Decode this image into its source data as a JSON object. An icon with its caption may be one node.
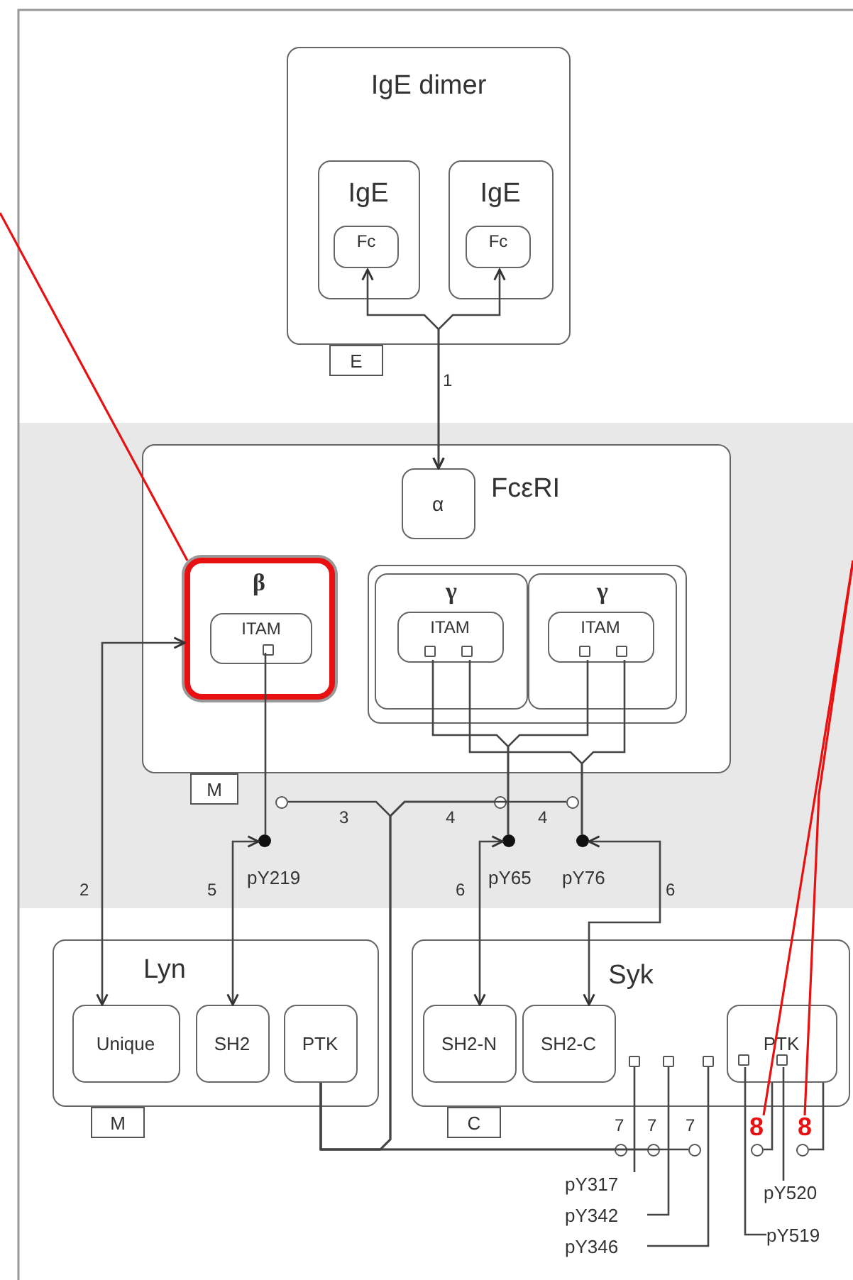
{
  "diagram": {
    "nodes": [
      {
        "text": [
          "IgE dimer"
        ]
      },
      {
        "text": [
          "IgE"
        ],
        "in": 0
      },
      {
        "text": [
          "Fc"
        ],
        "in": 1
      },
      {
        "text": [
          "IgE"
        ],
        "in": 0
      },
      {
        "text": [
          "Fc"
        ],
        "in": 3
      },
      {
        "text": [
          "E"
        ]
      },
      {
        "text": [
          "FcεRI"
        ]
      },
      {
        "text": [
          "α"
        ],
        "in": 6
      },
      {
        "text": [
          "β"
        ],
        "in": 6
      },
      {
        "text": [
          "ITAM"
        ],
        "in": 8
      },
      {
        "text": [],
        "shape": "box",
        "in": 6
      },
      {
        "text": [
          "γ"
        ],
        "in": 10
      },
      {
        "text": [
          "ITAM"
        ],
        "in": 11
      },
      {
        "text": [
          "γ"
        ],
        "in": 10
      },
      {
        "text": [
          "ITAM"
        ],
        "in": 13
      },
      {
        "text": [
          "M"
        ]
      },
      {
        "text": [
          "Lyn"
        ]
      },
      {
        "text": [
          "Unique"
        ],
        "in": 16
      },
      {
        "text": [
          "SH2"
        ],
        "in": 16
      },
      {
        "text": [
          "PTK"
        ],
        "in": 16
      },
      {
        "text": [
          "M"
        ]
      },
      {
        "text": [
          "Syk"
        ]
      },
      {
        "text": [
          "SH2-N"
        ],
        "in": 21
      },
      {
        "text": [
          "SH2-C"
        ],
        "in": 21
      },
      {
        "text": [
          "PTK"
        ],
        "in": 21
      },
      {
        "text": [
          "C"
        ]
      },
      {
        "text": [],
        "shape": "box",
        "in": 9
      },
      {
        "text": [],
        "shape": "box",
        "in": 12
      },
      {
        "text": [],
        "shape": "box",
        "in": 12
      },
      {
        "text": [],
        "shape": "box",
        "in": 14
      },
      {
        "text": [],
        "shape": "box",
        "in": 14
      },
      {
        "text": [],
        "shape": "box",
        "in": 21
      },
      {
        "text": [],
        "shape": "box",
        "in": 21
      },
      {
        "text": [],
        "shape": "box",
        "in": 21
      },
      {
        "text": [],
        "shape": "box",
        "in": 24
      },
      {
        "text": [],
        "shape": "box",
        "in": 24
      },
      {
        "text": [],
        "shape": "dot",
        "beside": [
          "pY219"
        ]
      },
      {
        "text": [],
        "shape": "dot",
        "beside": [
          "pY65"
        ]
      },
      {
        "text": [],
        "shape": "dot",
        "beside": [
          "pY76"
        ]
      },
      {
        "text": [],
        "shape": "circle"
      },
      {
        "text": [],
        "shape": "circle"
      },
      {
        "text": [],
        "shape": "circle"
      },
      {
        "text": [],
        "shape": "circle"
      },
      {
        "text": [],
        "shape": "circle"
      },
      {
        "text": [],
        "shape": "circle"
      },
      {
        "text": [],
        "shape": "circle"
      },
      {
        "text": [],
        "shape": "circle"
      },
      {
        "text": [
          "pY317"
        ]
      },
      {
        "text": [
          "pY342"
        ]
      },
      {
        "text": [
          "pY346"
        ]
      },
      {
        "text": [
          "pY520"
        ]
      },
      {
        "text": [
          "pY519"
        ]
      },
      {
        "text": [
          "8"
        ]
      },
      {
        "text": [
          "8"
        ]
      }
    ],
    "edges": [
      {
        "from": 7,
        "to": 2,
        "arrow": "both",
        "label": "1"
      },
      {
        "from": 7,
        "to": 4,
        "arrow": "both"
      },
      {
        "from": 17,
        "to": 8,
        "arrow": "both",
        "label": "2"
      },
      {
        "from": 26,
        "to": 36,
        "arrow": "none"
      },
      {
        "from": 36,
        "to": 18,
        "arrow": "both",
        "label": "5"
      },
      {
        "from": 27,
        "to": 37,
        "arrow": "none"
      },
      {
        "from": 29,
        "to": 37,
        "arrow": "none"
      },
      {
        "from": 28,
        "to": 38,
        "arrow": "none"
      },
      {
        "from": 30,
        "to": 38,
        "arrow": "none"
      },
      {
        "from": 37,
        "to": 22,
        "arrow": "both",
        "label": "6"
      },
      {
        "from": 38,
        "to": 23,
        "arrow": "both",
        "label": "6"
      },
      {
        "from": 19,
        "to": 39,
        "arrow": "none",
        "label": "3"
      },
      {
        "from": 19,
        "to": 40,
        "arrow": "none",
        "label": "4"
      },
      {
        "from": 19,
        "to": 41,
        "arrow": "none",
        "label": "4"
      },
      {
        "from": 19,
        "to": 42,
        "arrow": "none",
        "label": "7"
      },
      {
        "from": 19,
        "to": 43,
        "arrow": "none",
        "label": "7"
      },
      {
        "from": 19,
        "to": 44,
        "arrow": "none",
        "label": "7"
      },
      {
        "from": 24,
        "to": 46,
        "arrow": "none"
      },
      {
        "from": 24,
        "to": 45,
        "arrow": "none"
      },
      {
        "from": 31,
        "to": 47,
        "arrow": "none"
      },
      {
        "from": 32,
        "to": 48,
        "arrow": "none"
      },
      {
        "from": 33,
        "to": 49,
        "arrow": "none"
      },
      {
        "from": 35,
        "to": 50,
        "arrow": "none"
      },
      {
        "from": 34,
        "to": 51,
        "arrow": "none"
      },
      {
        "from": null,
        "to": 8,
        "arrow": "none",
        "color": "#e81010"
      },
      {
        "from": null,
        "to": 52,
        "arrow": "none",
        "color": "#e81010"
      },
      {
        "from": null,
        "to": 53,
        "arrow": "none",
        "color": "#e81010"
      }
    ]
  }
}
